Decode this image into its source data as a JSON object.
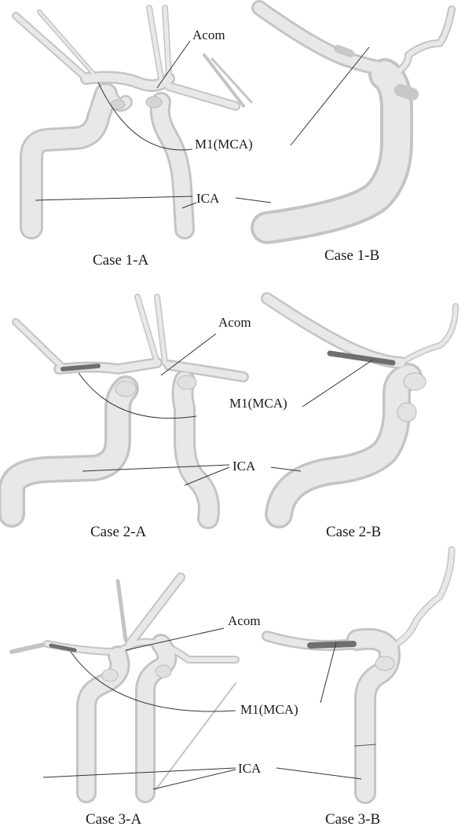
{
  "panels": [
    {
      "caption": "Case 1-A",
      "labels": {
        "acom": "Acom",
        "mca": "M1(MCA)",
        "ica": "ICA"
      }
    },
    {
      "caption": "Case 1-B"
    },
    {
      "caption": "Case 2-A",
      "labels": {
        "acom": "Acom",
        "mca": "M1(MCA)",
        "ica": "ICA"
      }
    },
    {
      "caption": "Case 2-B"
    },
    {
      "caption": "Case 3-A",
      "labels": {
        "acom": "Acom",
        "mca": "M1(MCA)",
        "ica": "ICA"
      }
    },
    {
      "caption": "Case 3-B"
    }
  ],
  "colors": {
    "vessel_fill": "#e6e6e6",
    "vessel_edge": "#c4c4c4",
    "vessel_shadow": "#bdbdbd",
    "leader_line": "#333333"
  }
}
